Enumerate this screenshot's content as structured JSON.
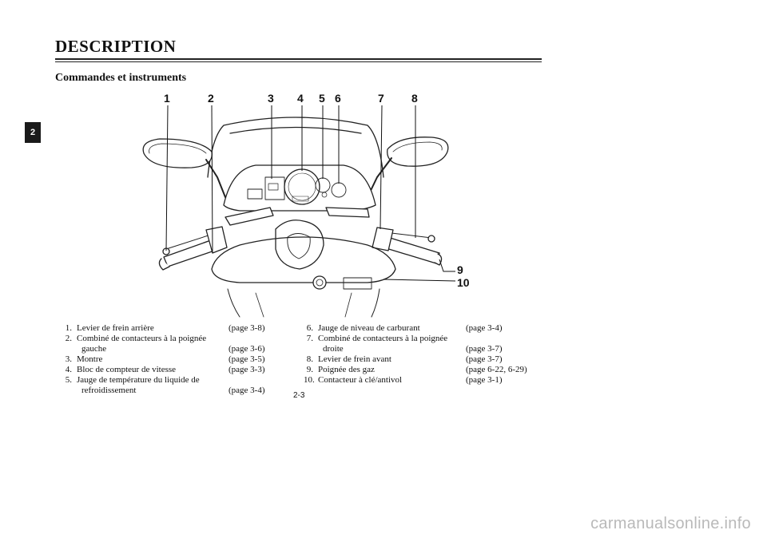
{
  "header": {
    "section_title": "DESCRIPTION",
    "subtitle": "Commandes et instruments",
    "chapter_tab": "2"
  },
  "figure": {
    "callouts": [
      "1",
      "2",
      "3",
      "4",
      "5",
      "6",
      "7",
      "8",
      "9",
      "10"
    ]
  },
  "legend": {
    "col1": [
      {
        "num": "1.",
        "label": "Levier de frein arrière",
        "page": "(page 3-8)"
      },
      {
        "num": "2.",
        "label": "Combiné de contacteurs à la poignée",
        "cont": "gauche",
        "page": "(page 3-6)"
      },
      {
        "num": "3.",
        "label": "Montre",
        "page": "(page 3-5)"
      },
      {
        "num": "4.",
        "label": "Bloc de compteur de vitesse",
        "page": "(page 3-3)"
      },
      {
        "num": "5.",
        "label": "Jauge de température du liquide de",
        "cont": "refroidissement",
        "page": "(page 3-4)"
      }
    ],
    "col2": [
      {
        "num": "6.",
        "label": "Jauge de niveau de carburant",
        "page": "(page 3-4)"
      },
      {
        "num": "7.",
        "label": "Combiné de contacteurs à la poignée",
        "cont": "droite",
        "page": "(page 3-7)"
      },
      {
        "num": "8.",
        "label": "Levier de frein avant",
        "page": "(page 3-7)"
      },
      {
        "num": "9.",
        "label": "Poignée des gaz",
        "page": "(page 6-22, 6-29)"
      },
      {
        "num": "10.",
        "label": "Contacteur à clé/antivol",
        "page": "(page 3-1)"
      }
    ]
  },
  "page_number": "2-3",
  "watermark": "carmanualsonline.info"
}
